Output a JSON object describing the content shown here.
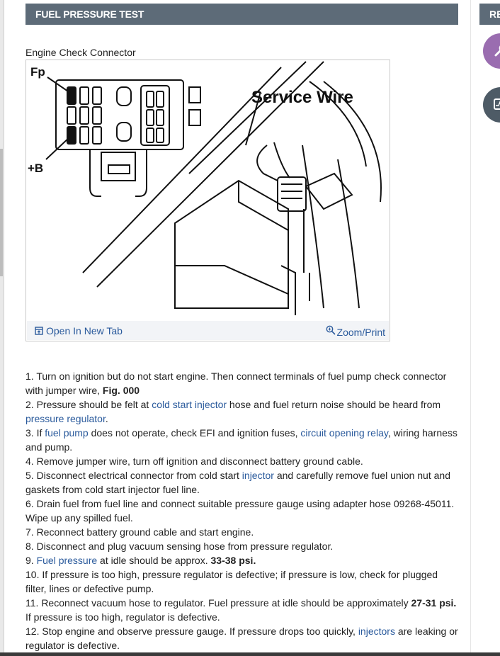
{
  "section": {
    "title": "FUEL PRESSURE TEST",
    "right_panel_title": "RE"
  },
  "figure": {
    "caption": "Engine Check Connector",
    "labels": {
      "fp": "Fp",
      "plus_b": "+B",
      "service_wire": "Service Wire"
    },
    "open_new_tab": "Open In New Tab",
    "zoom_print": "Zoom/Print"
  },
  "steps": {
    "s1": {
      "text": "1.  Turn on ignition but do not start engine. Then connect terminals of fuel pump check connector with jumper wire, ",
      "bold": "Fig. 000"
    },
    "s2": {
      "a": "2.  Pressure should be felt at ",
      "link1": "cold start injector",
      "b": " hose and fuel return noise should be heard from ",
      "link2": "pressure regulator",
      "c": "."
    },
    "s3": {
      "a": "3.  If ",
      "link1": "fuel pump",
      "b": " does not operate, check EFI and ignition fuses, ",
      "link2": "circuit opening relay",
      "c": ", wiring harness and pump."
    },
    "s4": {
      "text": "4.  Remove jumper wire, turn off ignition and disconnect battery ground cable."
    },
    "s5": {
      "a": "5.  Disconnect electrical connector from cold start ",
      "link1": "injector",
      "b": " and carefully remove fuel union nut and gaskets from cold start injector fuel line."
    },
    "s6": {
      "text": "6.  Drain fuel from fuel line and connect suitable pressure gauge using adapter hose 09268-45011. Wipe up any spilled fuel."
    },
    "s7": {
      "text": "7.  Reconnect battery ground cable and start engine."
    },
    "s8": {
      "text": "8.  Disconnect and plug vacuum sensing hose from pressure regulator."
    },
    "s9": {
      "a": "9.  ",
      "link1": "Fuel pressure",
      "b": " at idle should be approx. ",
      "bold": "33-38 psi."
    },
    "s10": {
      "text": "10. If pressure is too high, pressure regulator is defective; if pressure is low, check for plugged filter, lines or defective pump."
    },
    "s11": {
      "a": "11. Reconnect vacuum hose to regulator. Fuel pressure at idle should be approximately ",
      "bold": "27-31 psi.",
      "b": " If pressure is too high, regulator is defective."
    },
    "s12": {
      "a": "12. Stop engine and observe pressure gauge. If pressure drops too quickly, ",
      "link1": "injectors",
      "b": " are leaking or regulator is defective."
    }
  }
}
